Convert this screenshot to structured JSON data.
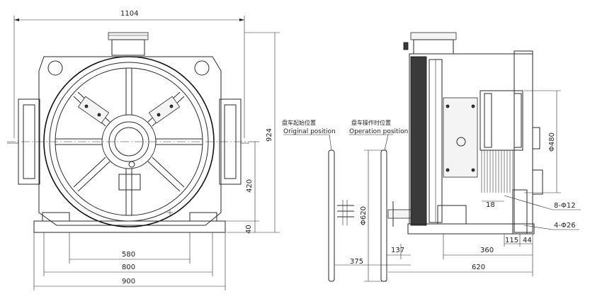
{
  "dimensions": {
    "top_width": "1104",
    "height_total": "924",
    "center_height": "420",
    "base_thickness": "40",
    "bolt_span_580": "580",
    "bolt_span_800": "800",
    "base_width": "900",
    "sheave_dia": "Φ620",
    "offset_375": "375",
    "offset_137": "137",
    "side_depth_360": "360",
    "side_depth_620": "620",
    "d_115": "115",
    "d_44": "44",
    "d_18": "18",
    "sheave_480": "Φ480",
    "holes_8": "8-Φ12",
    "holes_4": "4-Φ26"
  },
  "labels": {
    "original_cn": "盘车起始位置",
    "original_en": "Original position",
    "operation_cn": "盘车操作时位置",
    "operation_en": "Operation position"
  }
}
